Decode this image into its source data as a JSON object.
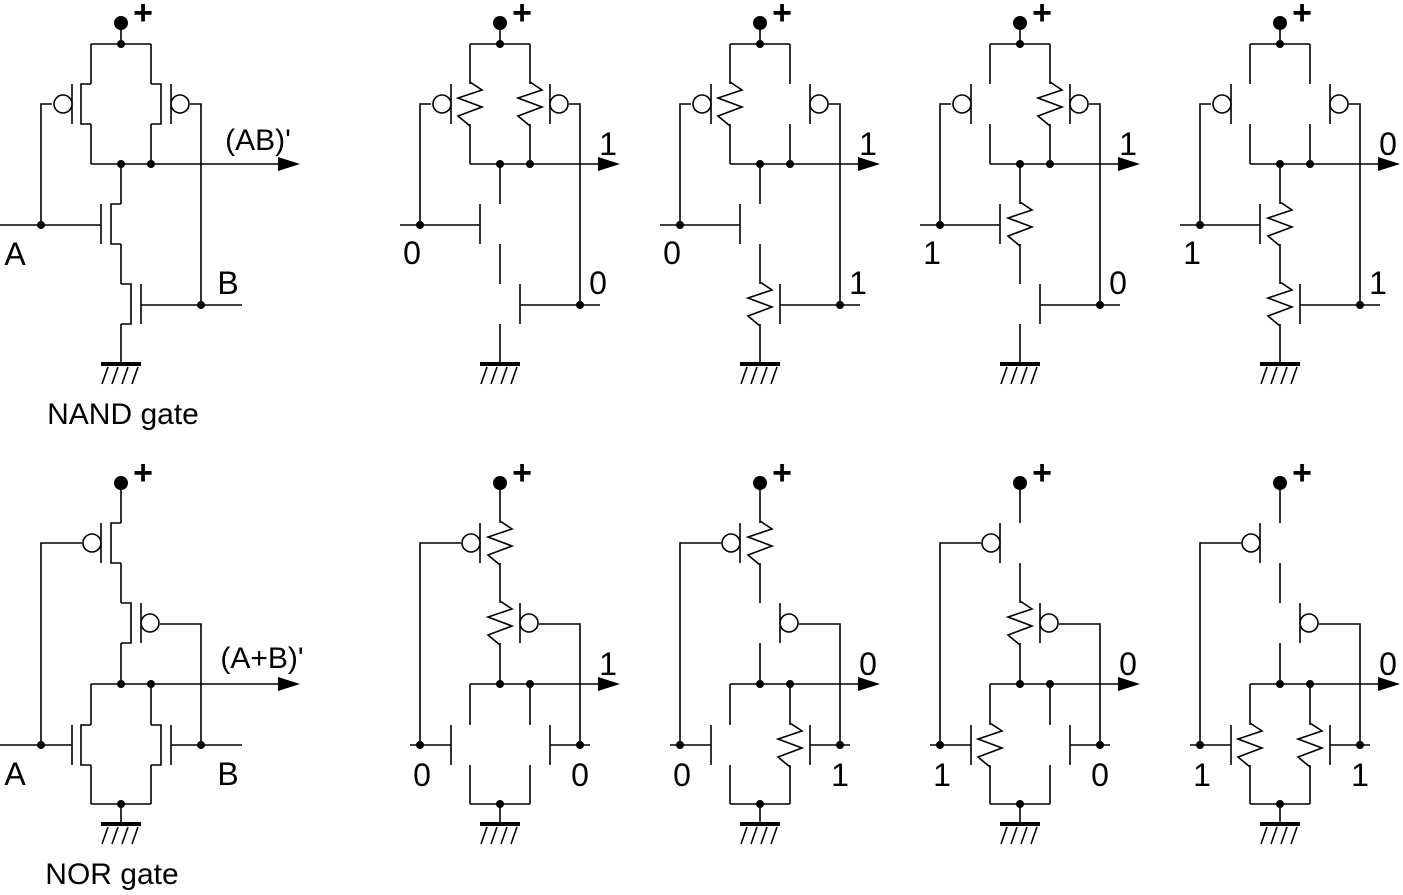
{
  "colors": {
    "ink": "#000000",
    "background": "#ffffff"
  },
  "supply_symbol": "+",
  "gates": [
    {
      "type": "NAND",
      "caption": "NAND gate",
      "output_label": "(AB)'",
      "input_a_label": "A",
      "input_b_label": "B",
      "cases": [
        {
          "a": "0",
          "b": "0",
          "out": "1"
        },
        {
          "a": "0",
          "b": "1",
          "out": "1"
        },
        {
          "a": "1",
          "b": "0",
          "out": "1"
        },
        {
          "a": "1",
          "b": "1",
          "out": "0"
        }
      ]
    },
    {
      "type": "NOR",
      "caption": "NOR gate",
      "output_label": "(A+B)'",
      "input_a_label": "A",
      "input_b_label": "B",
      "cases": [
        {
          "a": "0",
          "b": "0",
          "out": "1"
        },
        {
          "a": "0",
          "b": "1",
          "out": "0"
        },
        {
          "a": "1",
          "b": "0",
          "out": "0"
        },
        {
          "a": "1",
          "b": "1",
          "out": "0"
        }
      ]
    }
  ]
}
